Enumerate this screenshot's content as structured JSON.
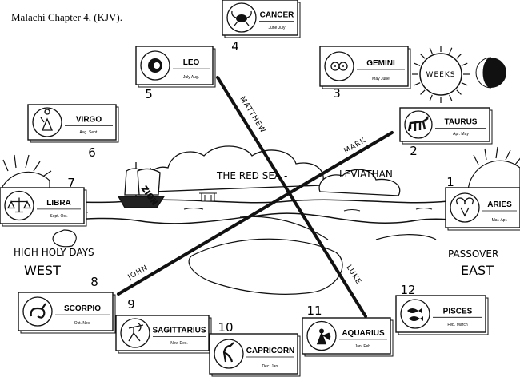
{
  "title": "Malachi Chapter 4, (KJV).",
  "signs": [
    {
      "number": "1",
      "name": "ARIES",
      "months": "Mar.   Apr.",
      "icon": "ram-icon"
    },
    {
      "number": "2",
      "name": "TAURUS",
      "months": "Apr.   May",
      "icon": "bull-icon"
    },
    {
      "number": "3",
      "name": "GEMINI",
      "months": "May   June",
      "icon": "twins-icon"
    },
    {
      "number": "4",
      "name": "CANCER",
      "months": "June   July",
      "icon": "crab-icon"
    },
    {
      "number": "5",
      "name": "LEO",
      "months": "July   Aug.",
      "icon": "lion-icon"
    },
    {
      "number": "6",
      "name": "VIRGO",
      "months": "Aug.   Sept.",
      "icon": "virgin-icon"
    },
    {
      "number": "7",
      "name": "LIBRA",
      "months": "Sept.   Oct.",
      "icon": "scales-icon"
    },
    {
      "number": "8",
      "name": "SCORPIO",
      "months": "Oct.   Nov.",
      "icon": "scorpion-icon"
    },
    {
      "number": "9",
      "name": "SAGITTARIUS",
      "months": "Nov.   Dec.",
      "icon": "archer-icon"
    },
    {
      "number": "10",
      "name": "CAPRICORN",
      "months": "Dec.   Jan.",
      "icon": "goat-icon"
    },
    {
      "number": "11",
      "name": "AQUARIUS",
      "months": "Jan.   Feb.",
      "icon": "water-bearer-icon"
    },
    {
      "number": "12",
      "name": "PISCES",
      "months": "Feb.   March",
      "icon": "fish-icon"
    }
  ],
  "gospels": {
    "matthew": "MATTHEW",
    "mark": "MARK",
    "luke": "LUKE",
    "john": "JOHN"
  },
  "sea_label": "THE RED SEA -",
  "leviathan_label": "LEVIATHAN",
  "ship_sail_text": "ZION",
  "weeks_label": "WEEKS",
  "high_holy_days": "HIGH HOLY DAYS",
  "west": "WEST",
  "passover": "PASSOVER",
  "east": "EAST"
}
